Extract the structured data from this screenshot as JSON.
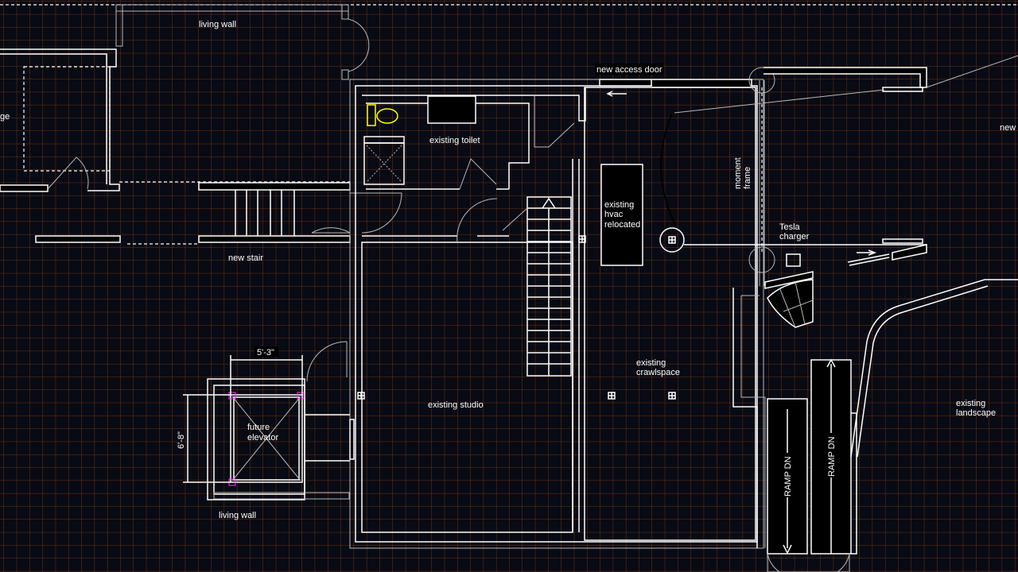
{
  "drawing": {
    "labels": {
      "living_wall_top": "living wall",
      "garage_partial": "ge",
      "new_access_door": "new access door",
      "new_partial": "new",
      "existing_toilet": "existing toilet",
      "hvac_1": "existing",
      "hvac_2": "hvac",
      "hvac_3": "relocated",
      "moment_1": "moment",
      "moment_2": "frame",
      "tesla_1": "Tesla",
      "tesla_2": "charger",
      "new_stair": "new stair",
      "dim_width": "5'-3\"",
      "dim_height": "6'-8\"",
      "elevator_1": "future",
      "elevator_2": "elevator",
      "existing_studio": "existing studio",
      "crawl_1": "existing",
      "crawl_2": "crawlspace",
      "landscape_1": "existing",
      "landscape_2": "landscape",
      "ramp_left": "RAMP DN",
      "ramp_right": "RAMP DN",
      "living_wall_bottom": "living wall"
    },
    "colors": {
      "background": "#080a14",
      "grid": "#6b3410",
      "lines": "#ffffff",
      "toilet": "#ffff00",
      "elevator_corners": "#ff33ff"
    }
  }
}
